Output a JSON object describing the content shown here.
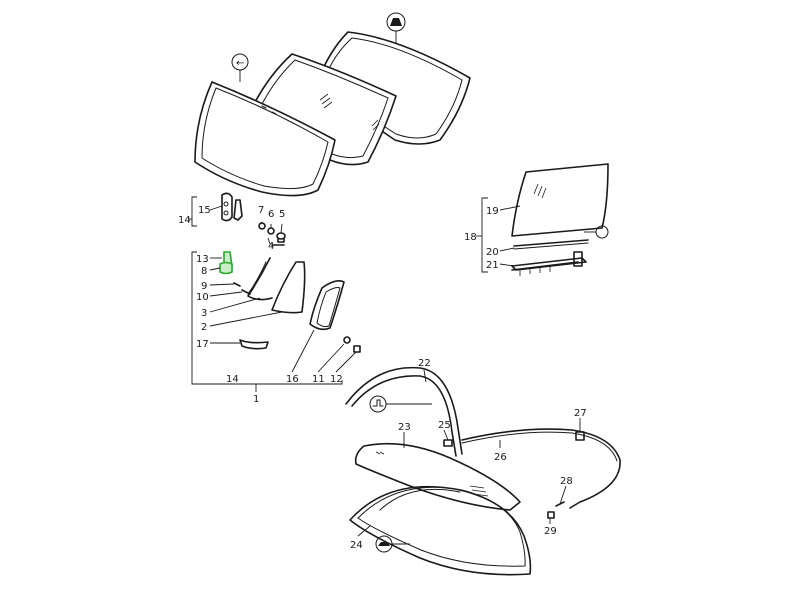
{
  "callouts": {
    "n1": "1",
    "n2": "2",
    "n3": "3",
    "n4": "4",
    "n5": "5",
    "n6": "6",
    "n7": "7",
    "n8": "8",
    "n9": "9",
    "n10": "10",
    "n11": "11",
    "n12": "12",
    "n13": "13",
    "n14_top": "14",
    "n14_bottom": "14",
    "n15": "15",
    "n16": "16",
    "n17": "17",
    "n18": "18",
    "n19": "19",
    "n20": "20",
    "n21": "21",
    "n22": "22",
    "n23": "23",
    "n24": "24",
    "n25": "25",
    "n26": "26",
    "n27": "27",
    "n28": "28",
    "n29": "29"
  },
  "symbols": {
    "windshield_variant_icon": "arrow-left-icon",
    "rear_window_variant_icon": "car-silhouette-icon",
    "door_glass_variant_icon": "circle-icon",
    "targa_variant_icon": "car-profile-icon",
    "rear_targa_variant_icon": "car-side-icon"
  },
  "colors": {
    "line": "#1a1a1a",
    "highlight_fill": "#c8f0c8",
    "highlight_stroke": "#2aa82a"
  }
}
